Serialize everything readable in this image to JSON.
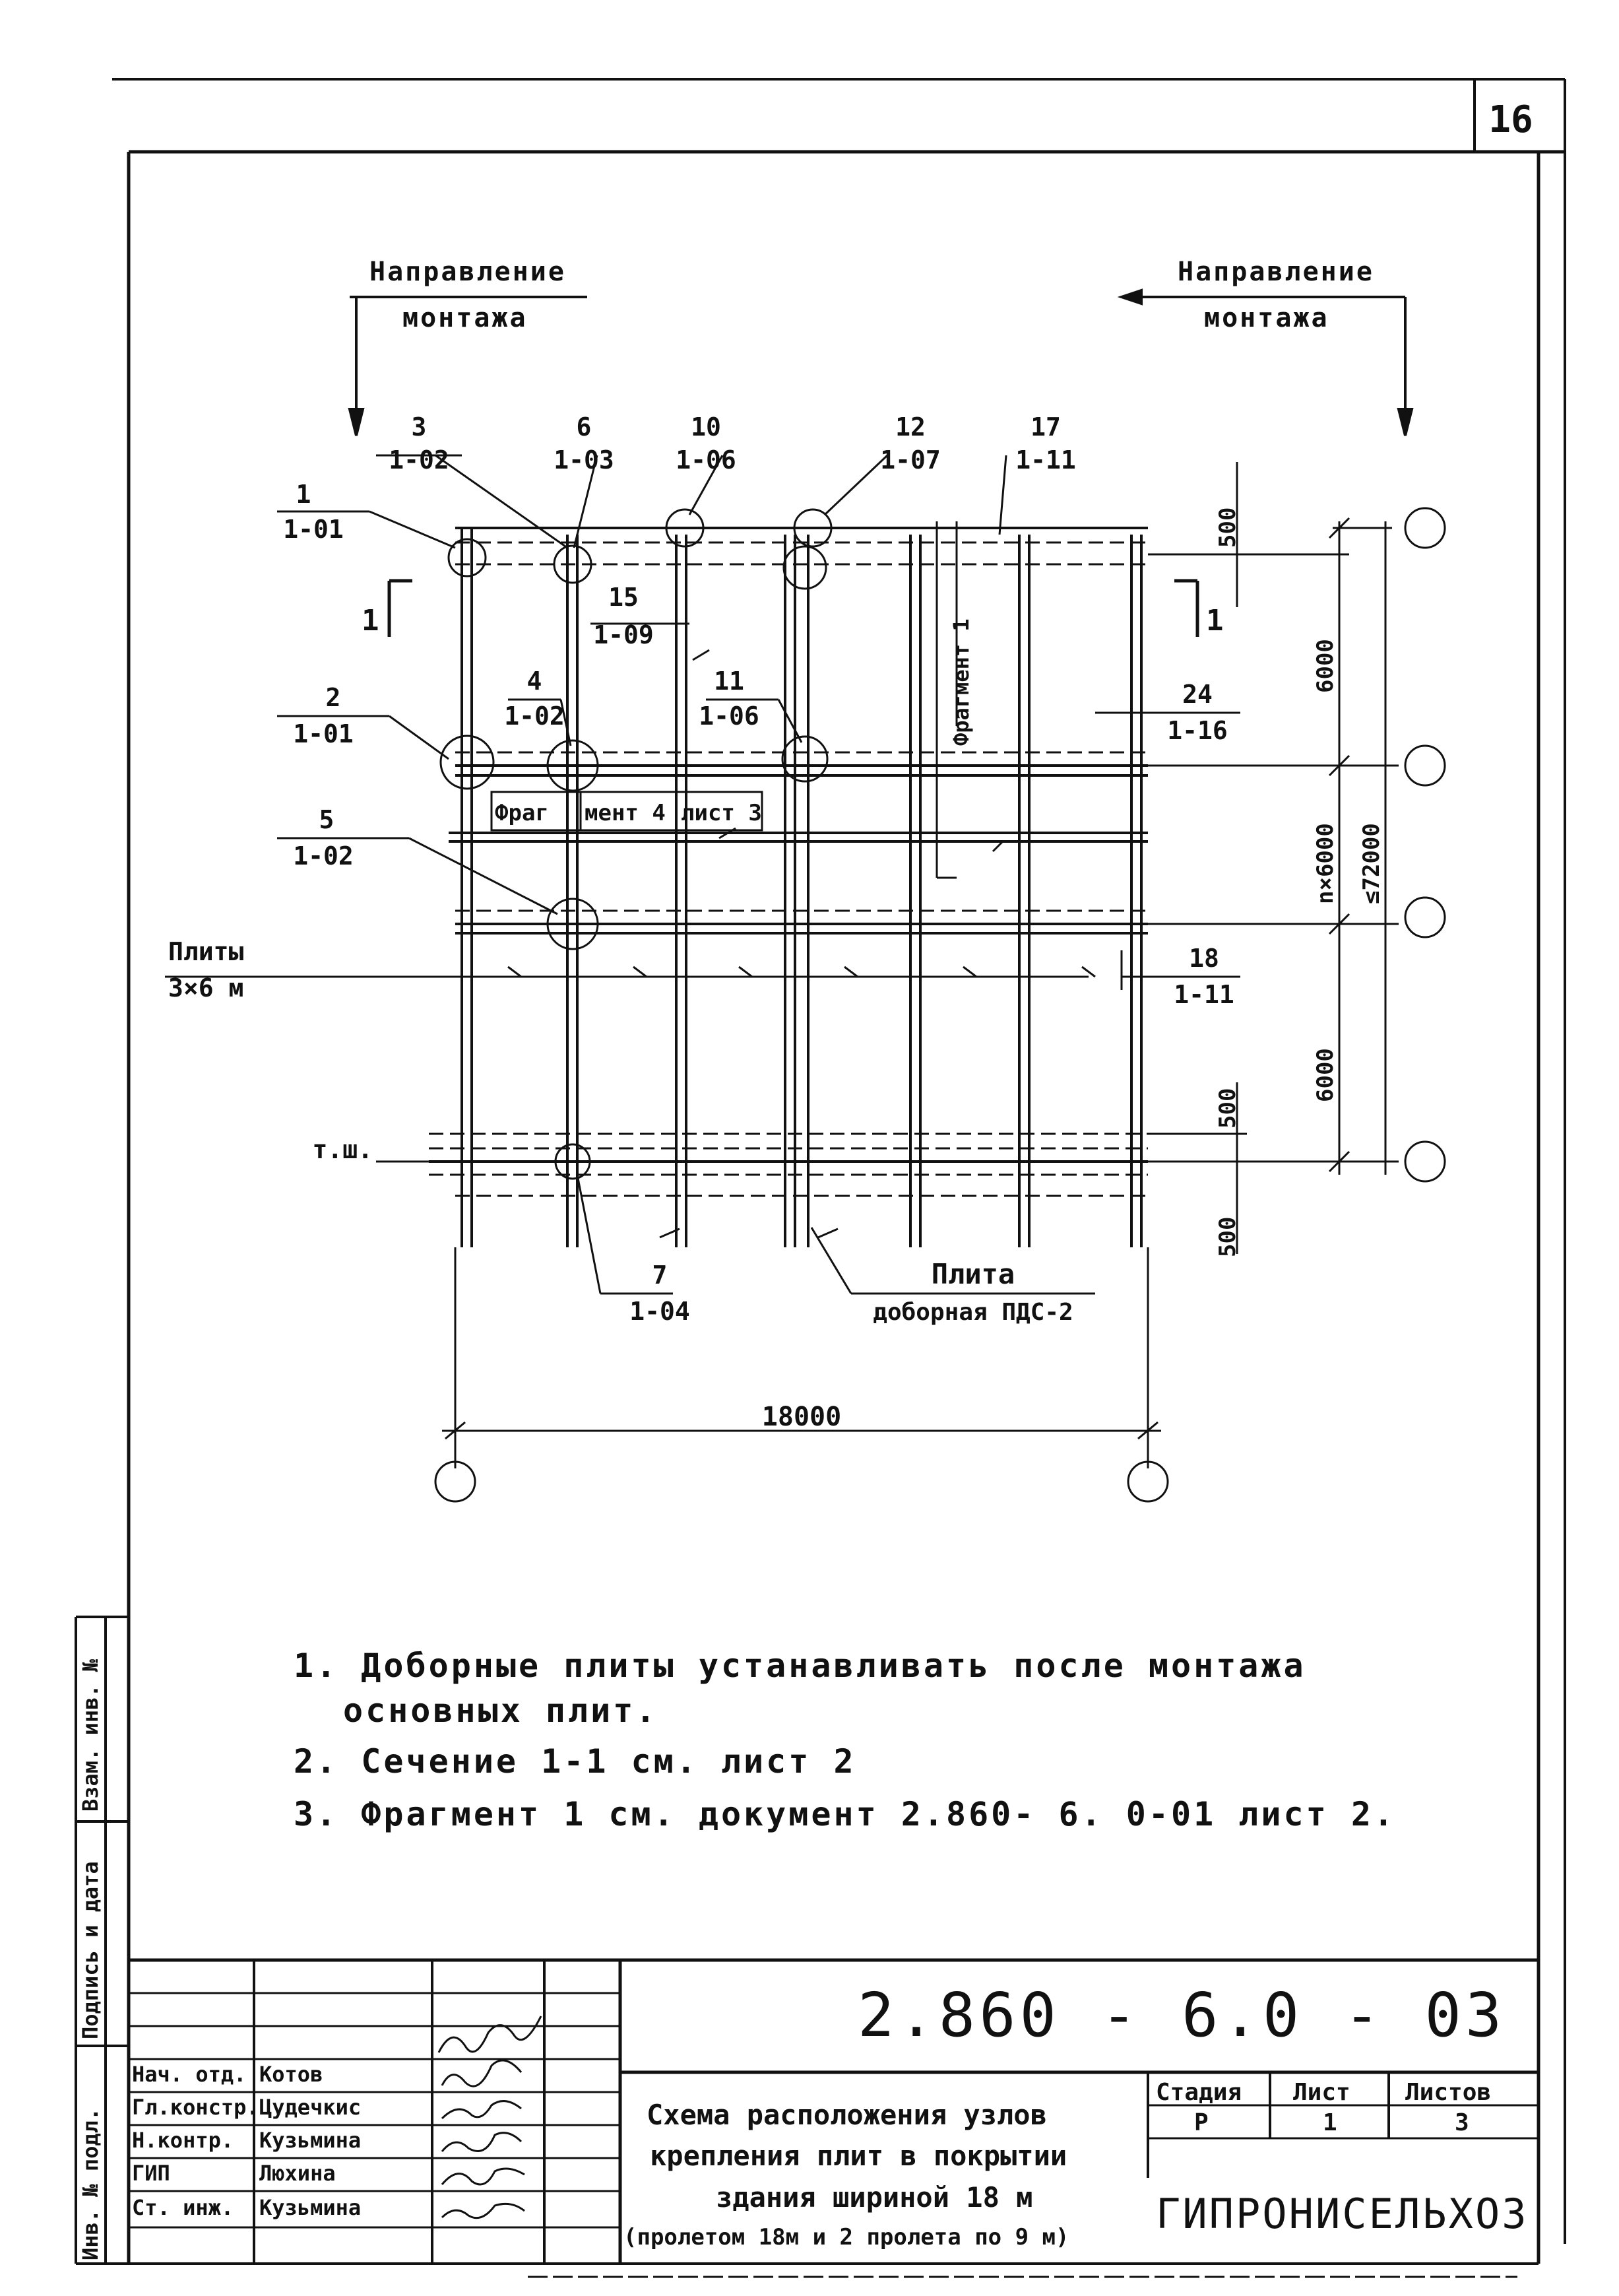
{
  "page_number": "16",
  "drawing": {
    "direction_left": [
      "Направление",
      "монтажа"
    ],
    "direction_right": [
      "Направление",
      "монтажа"
    ],
    "callouts": [
      {
        "top": "3",
        "bottom": "1-02"
      },
      {
        "top": "6",
        "bottom": "1-03"
      },
      {
        "top": "10",
        "bottom": "1-06"
      },
      {
        "top": "12",
        "bottom": "1-07"
      },
      {
        "top": "17",
        "bottom": "1-11"
      },
      {
        "top": "1",
        "bottom": "1-01"
      },
      {
        "top": "15",
        "bottom": "1-09"
      },
      {
        "top": "4",
        "bottom": "1-02"
      },
      {
        "top": "11",
        "bottom": "1-06"
      },
      {
        "top": "24",
        "bottom": "1-16"
      },
      {
        "top": "2",
        "bottom": "1-01"
      },
      {
        "top": "5",
        "bottom": "1-02"
      },
      {
        "top": "18",
        "bottom": "1-11"
      },
      {
        "top": "7",
        "bottom": "1-04"
      }
    ],
    "section_mark": "1",
    "plates_label": [
      "Плиты",
      "3×6 м"
    ],
    "ts_label": "т.ш.",
    "fragment1_label": "Фрагмент 1",
    "fragment4_label": [
      "Фраг",
      "мент 4",
      "лист 3"
    ],
    "extra_plate_label": [
      "Плита",
      "доборная ПДС-2"
    ],
    "dim_width": "18000",
    "dim_500": "500",
    "dim_6000": "6000",
    "dim_nx6000": "n×6000",
    "dim_total": "≤72000"
  },
  "notes": [
    "1. Доборные плиты устанавливать после монтажа",
    "основных плит.",
    "2. Сечение 1-1 см. лист 2",
    "3. Фрагмент 1 см. документ 2.860- 6. 0-01 лист 2."
  ],
  "left_strip": [
    "Инв. № подл.",
    "Подпись и дата",
    "Взам. инв. №"
  ],
  "title_block": {
    "doc_number": "2.860 - 6.0 - 03",
    "roles": [
      {
        "role": "Нач. отд.",
        "name": "Котов"
      },
      {
        "role": "Гл.констр.",
        "name": "Цудечкис"
      },
      {
        "role": "Н.контр.",
        "name": "Кузьмина"
      },
      {
        "role": "ГИП",
        "name": "Люхина"
      },
      {
        "role": "Ст. инж.",
        "name": "Кузьмина"
      }
    ],
    "title_lines": [
      "Схема расположения узлов",
      "крепления плит в покрытии",
      "здания шириной 18 м",
      "(пролетом 18м и 2 пролета по 9 м)"
    ],
    "stage_header": "Стадия",
    "sheet_header": "Лист",
    "sheets_header": "Листов",
    "stage": "Р",
    "sheet": "1",
    "sheets": "3",
    "organization": "ГИПРОНИСЕЛЬХОЗ"
  }
}
